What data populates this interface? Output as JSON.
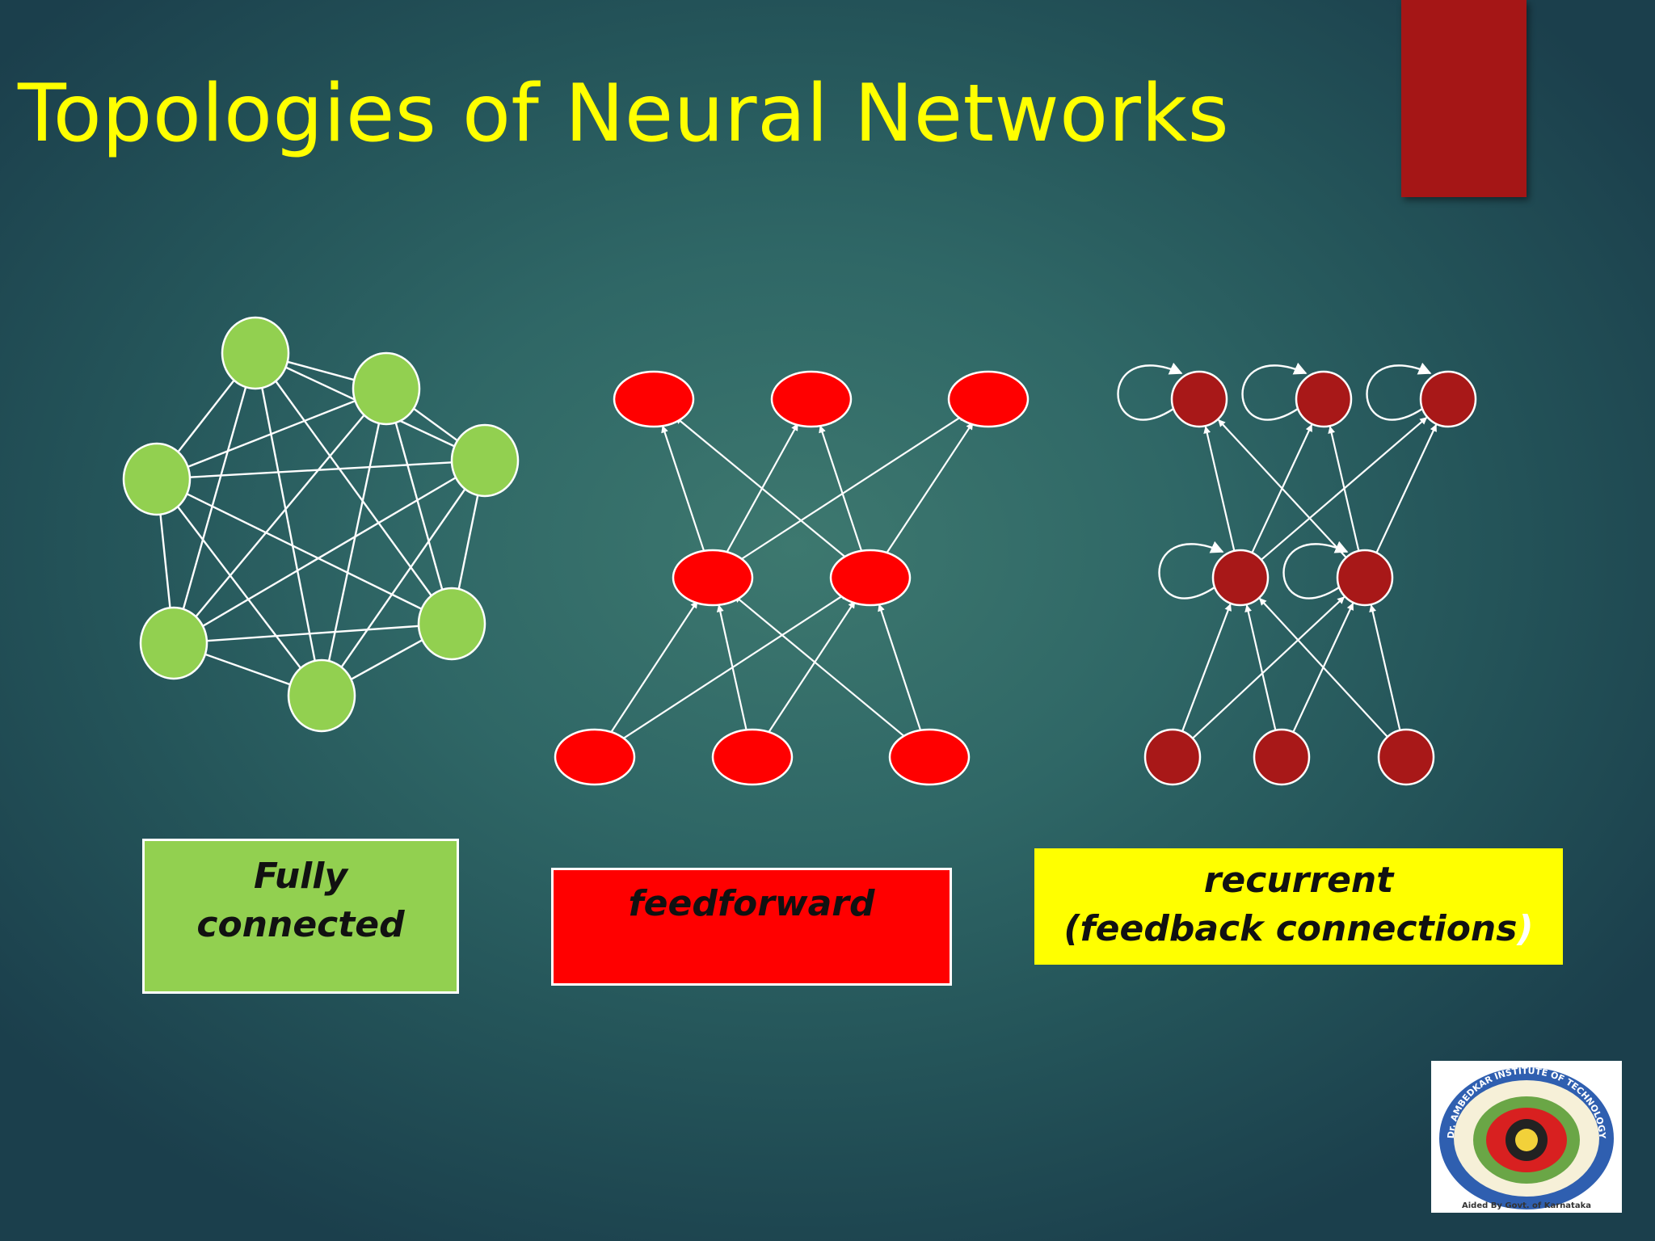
{
  "slide": {
    "title": "Topologies of Neural Networks",
    "background_color": "#2f6766",
    "accent_color": "#a51616"
  },
  "diagrams": {
    "fully_connected": {
      "node_color": "#92d050",
      "node_count": 7,
      "label_line1": "Fully",
      "label_line2": "connected"
    },
    "feedforward": {
      "node_color": "#ff0000",
      "layers": [
        3,
        2,
        3
      ],
      "label": "feedforward"
    },
    "recurrent": {
      "node_color": "#a81818",
      "layers": [
        3,
        2,
        3
      ],
      "self_loops": true,
      "label_line1": "recurrent",
      "label_line2": "(feedback connections",
      "label_closing_paren": ")"
    }
  },
  "edge_color": "#ffffff",
  "logo": {
    "icon": "college-seal-logo",
    "ring_text": "Dr. AMBEDKAR INSTITUTE OF TECHNOLOGY",
    "footer_text": "Aided By Govt. of Karnataka"
  }
}
